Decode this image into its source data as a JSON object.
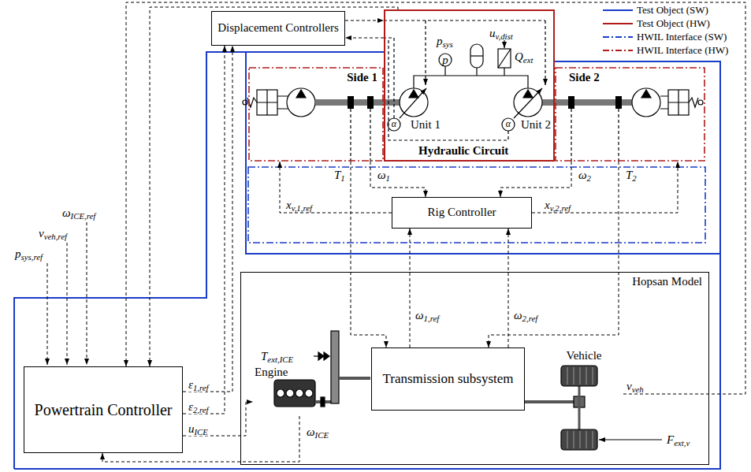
{
  "diagram": {
    "nodes": [
      {
        "text": [
          "Displacement Controllers"
        ]
      },
      {
        "text": [
          "Side 1"
        ]
      },
      {
        "text": [
          "Hydraulic Circuit"
        ]
      },
      {
        "text": [
          "Side 2"
        ]
      },
      {
        "text": [
          "Rig Controller"
        ]
      },
      {
        "text": [
          "Powertrain Controller"
        ]
      },
      {
        "text": [
          "Hopsan Model"
        ]
      },
      {
        "text": [
          "Engine"
        ],
        "in": 6
      },
      {
        "text": [
          "Transmission subsystem"
        ],
        "in": 6
      },
      {
        "text": [
          "Vehicle"
        ],
        "in": 6
      }
    ],
    "edges": [
      {
        "from": 5,
        "to": 0,
        "arrow": "to",
        "label": "ε1,ref"
      },
      {
        "from": 5,
        "to": 0,
        "arrow": "to",
        "label": "ε2,ref"
      },
      {
        "from": 0,
        "to": 2,
        "arrow": "to"
      },
      {
        "from": 2,
        "to": 0,
        "arrow": "to"
      },
      {
        "from": 2,
        "to": 5,
        "arrow": "to"
      },
      {
        "from": 9,
        "to": 5,
        "arrow": "to",
        "label": "vveh"
      },
      {
        "from": 5,
        "to": 7,
        "arrow": "to",
        "label": "uICE"
      },
      {
        "from": 7,
        "to": 5,
        "arrow": "to",
        "label": "ωICE"
      },
      {
        "from": 4,
        "to": 1,
        "arrow": "to",
        "label": "xv,1,ref"
      },
      {
        "from": 4,
        "to": 3,
        "arrow": "to",
        "label": "xv,2,ref"
      },
      {
        "from": 1,
        "to": 4,
        "arrow": "to",
        "label": "ω1"
      },
      {
        "from": 3,
        "to": 4,
        "arrow": "to",
        "label": "ω2"
      },
      {
        "from": 1,
        "to": 8,
        "arrow": "to",
        "label": "T1"
      },
      {
        "from": 3,
        "to": 8,
        "arrow": "to",
        "label": "T2"
      },
      {
        "from": 8,
        "to": 4,
        "arrow": "to",
        "label": "ω1,ref"
      },
      {
        "from": 8,
        "to": 4,
        "arrow": "to",
        "label": "ω2,ref"
      }
    ],
    "labels": [
      "psys",
      "p",
      "uv,dist",
      "Qext",
      "α",
      "α",
      "Unit 1",
      "Unit 2",
      "ωICE,ref",
      "vveh,ref",
      "psys,ref",
      "Text,ICE",
      "Fext,v"
    ],
    "legend": [
      {
        "text": "Test Object (SW)"
      },
      {
        "text": "Test Object (HW)"
      },
      {
        "text": "HWIL Interface (SW)"
      },
      {
        "text": "HWIL Interface (HW)"
      }
    ]
  }
}
